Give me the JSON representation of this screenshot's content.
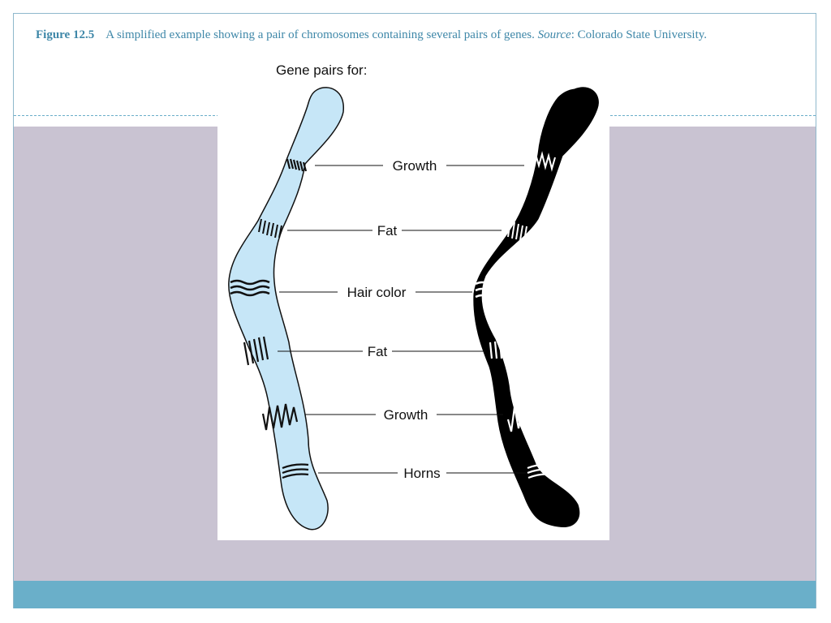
{
  "caption": {
    "figure_number": "Figure 12.5",
    "text": "A simplified example showing a pair of chromosomes containing several pairs of genes.",
    "source_label": "Source",
    "source_text": ": Colorado State University."
  },
  "figure": {
    "title": "Gene pairs for:",
    "gene_labels": [
      "Growth",
      "Fat",
      "Hair color",
      "Fat",
      "Growth",
      "Horns"
    ]
  },
  "colors": {
    "accent": "#3e87a8",
    "content_background": "#c9c3d2",
    "footer_bar": "#6aafc9",
    "chromosome_light": "#c6e6f7",
    "chromosome_dark": "#000000"
  }
}
